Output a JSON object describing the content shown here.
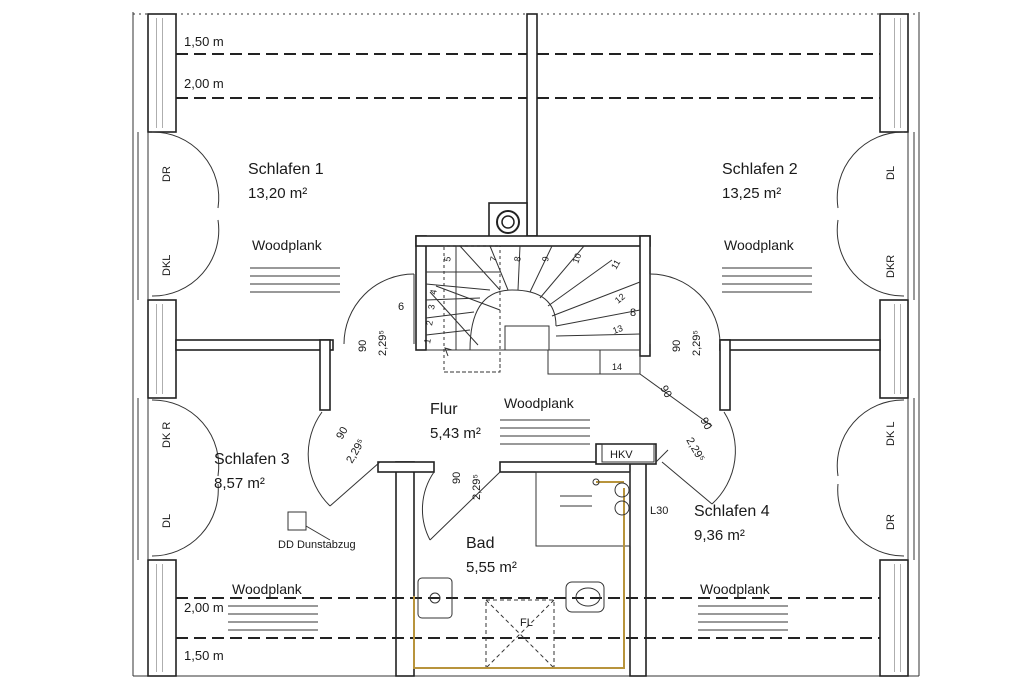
{
  "rooms": {
    "schlafen1": {
      "name": "Schlafen 1",
      "area": "13,20 m²"
    },
    "schlafen2": {
      "name": "Schlafen 2",
      "area": "13,25 m²"
    },
    "schlafen3": {
      "name": "Schlafen 3",
      "area": "8,57 m²"
    },
    "schlafen4": {
      "name": "Schlafen 4",
      "area": "9,36 m²"
    },
    "flur": {
      "name": "Flur",
      "area": "5,43 m²"
    },
    "bad": {
      "name": "Bad",
      "area": "5,55 m²"
    }
  },
  "floor_label": "Woodplank",
  "dimensions": {
    "top_150": "1,50 m",
    "top_200": "2,00 m",
    "bottom_200": "2,00 m",
    "bottom_150": "1,50 m"
  },
  "window_labels": {
    "dr": "DR",
    "dkl": "DKL",
    "dl": "DL",
    "dkr": "DKR",
    "dk_r": "DK R",
    "dk_l": "DK L"
  },
  "door_dims": {
    "w": "90",
    "h": "2,29⁵"
  },
  "misc": {
    "hkv": "HKV",
    "l30": "L30",
    "fl": "FL",
    "dunstabzug": "DD Dunstabzug",
    "step6": "6",
    "step8": "8"
  },
  "stairs": [
    "1",
    "2",
    "3",
    "4",
    "5",
    "6",
    "7",
    "8",
    "9",
    "10",
    "11",
    "12",
    "13",
    "14"
  ]
}
